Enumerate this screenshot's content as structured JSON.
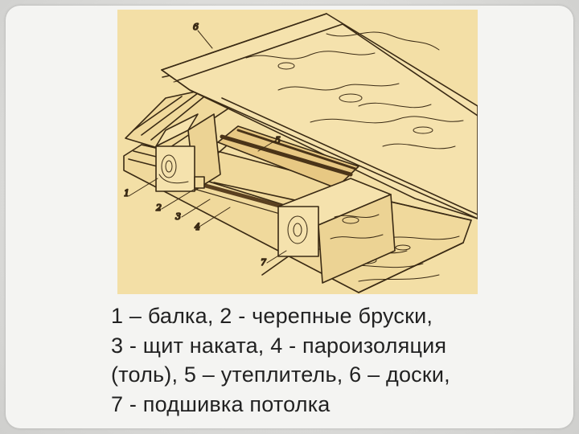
{
  "figure": {
    "labels": {
      "n1": "1",
      "n2": "2",
      "n3": "3",
      "n4": "4",
      "n5": "5",
      "n6": "6",
      "n7": "7"
    },
    "colors": {
      "background": "#f3dfa6",
      "ink": "#3a2a14"
    }
  },
  "caption": {
    "line1": "1 – балка, 2 - черепные бруски,",
    "line2": "3 - щит наката, 4 - пароизоляция",
    "line3": "(толь), 5 – утеплитель, 6 – доски,",
    "line4": "7 - подшивка потолка"
  }
}
